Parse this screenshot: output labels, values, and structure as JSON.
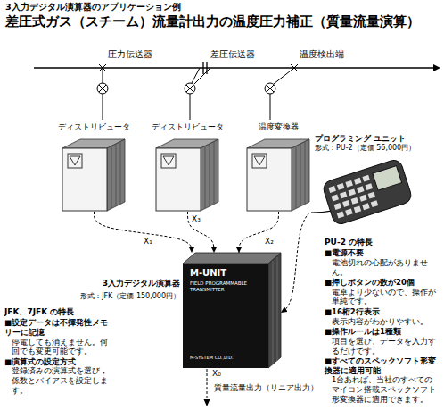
{
  "diagram": {
    "title": "差圧式ガス（スチーム）流量計出力の温度圧力補正（質量流量演算）",
    "nodes": [
      {
        "text": [
          "ディストリビュータ"
        ]
      },
      {
        "text": [
          "ディストリビュータ"
        ]
      },
      {
        "text": [
          "温度変換器"
        ]
      },
      {
        "text": [
          "M-UNIT",
          "FIELD PROGRAMMABLE TRANSMITTER",
          "M-SYSTEM CO.,LTD."
        ]
      },
      {
        "text": [
          "プログラミング ユニット",
          "形式：PU-2（定価 56,000円）"
        ]
      }
    ],
    "edges": [
      {
        "from": 0,
        "to": 3,
        "arrow": "to",
        "label": "X₁"
      },
      {
        "from": 1,
        "to": 3,
        "arrow": "to",
        "label": "X₃"
      },
      {
        "from": 2,
        "to": 3,
        "arrow": "to",
        "label": "X₂"
      },
      {
        "from": 4,
        "to": 3,
        "arrow": "to"
      }
    ],
    "labels": [
      "3入力デジタル演算器のアプリケーション例",
      "圧力伝送器",
      "差圧伝送器",
      "温度検出端",
      "3入力デジタル演算器",
      "形式：JFK（定価 150,000円）",
      "JFK、7JFK の特長",
      "■設定データは不揮発性メモリーに記憶",
      "停電しても消えません。何回でも変更可能です。",
      "■演算式の設定方式",
      "登録済みの演算式を選び，係数とバイアスを設定します。",
      "X₀",
      "質量流量出力（リニア出力）",
      "PU-2 の特長",
      "■電源不要",
      "電池切れの心配がありません。",
      "■押しボタンの数が20個",
      "電卓より少ないので、操作が単純です。",
      "■16桁2行表示",
      "表示内容がわかりやすい。",
      "■操作ルールは1種類",
      "項目を選び、データを入力するだけです。",
      "■すべてのスペックソフト形変換器に適用可能",
      "1台あれば、当社のすべてのマイコン搭載スペックソフト形変換器に適用できます。"
    ]
  }
}
